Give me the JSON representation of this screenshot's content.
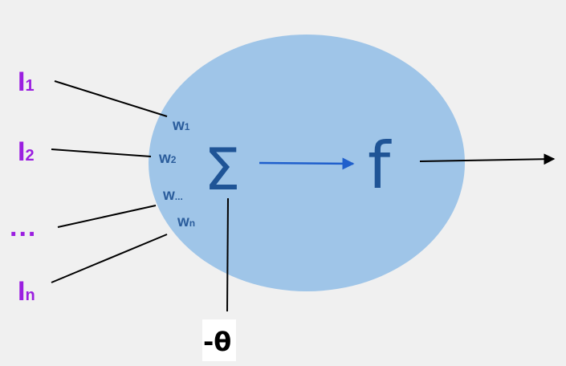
{
  "diagram": {
    "inputs": [
      {
        "base": "I",
        "sub": "1"
      },
      {
        "base": "I",
        "sub": "2"
      },
      {
        "base": "...",
        "sub": ""
      },
      {
        "base": "I",
        "sub": "n"
      }
    ],
    "weights": [
      {
        "base": "w",
        "sub": "1"
      },
      {
        "base": "w",
        "sub": "2"
      },
      {
        "base": "w",
        "sub": "..."
      },
      {
        "base": "w",
        "sub": "n"
      }
    ],
    "sum_symbol": "Σ",
    "function_symbol": "f",
    "bias_label": "-θ"
  },
  "colors": {
    "background": "#f0f0f0",
    "neuron_fill": "#9fc5e8",
    "input_text": "#9b1fe0",
    "weight_text": "#2b5d9c",
    "symbol_text": "#1f5496",
    "inner_arrow": "#1f5fcc",
    "line": "#000000"
  }
}
